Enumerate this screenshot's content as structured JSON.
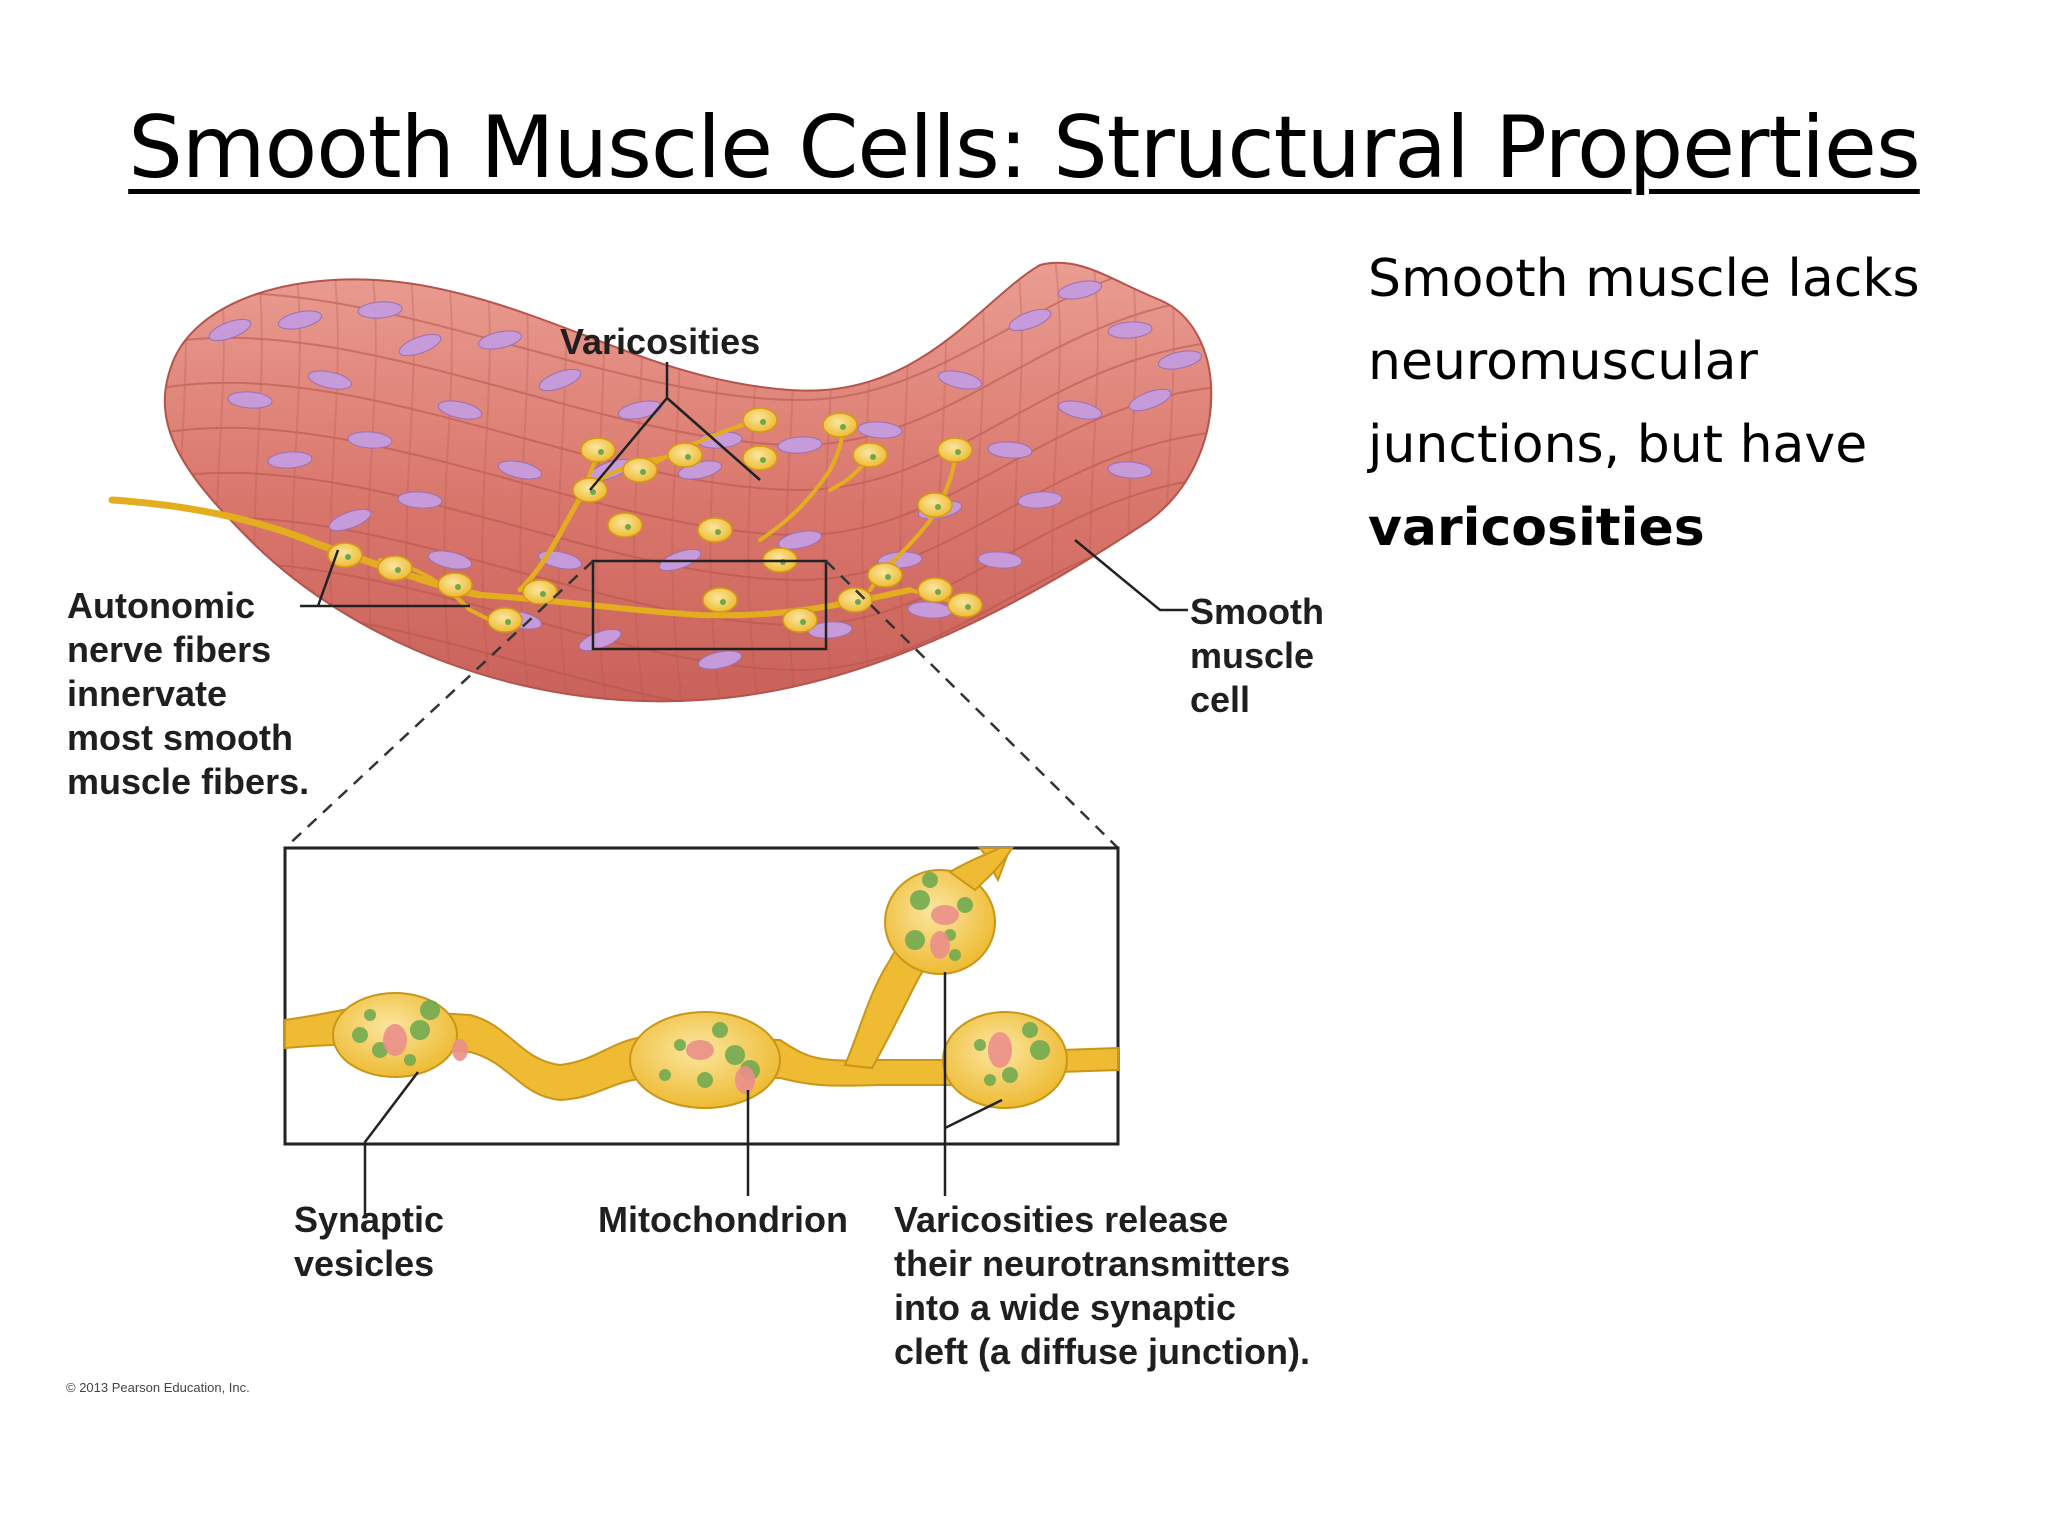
{
  "slide": {
    "title": "Smooth Muscle Cells: Structural Properties",
    "side_text": {
      "line1": "Smooth muscle lacks",
      "line2": "neuromuscular",
      "line3": "junctions, but have",
      "line4_bold": "varicosities"
    }
  },
  "diagram": {
    "labels": {
      "varicosities": "Varicosities",
      "autonomic_bold_1": "Autonomic",
      "autonomic_bold_2": "nerve fibers",
      "autonomic_rest_1": "innervate",
      "autonomic_rest_2": "most smooth",
      "autonomic_rest_3": "muscle fibers.",
      "smooth_1": "Smooth",
      "smooth_2": "muscle",
      "smooth_3": "cell",
      "synaptic_1": "Synaptic",
      "synaptic_2": "vesicles",
      "mitochondrion": "Mitochondrion",
      "release_1": "Varicosities release",
      "release_2": "their neurotransmitters",
      "release_3": "into a wide synaptic",
      "release_4": "cleft (a diffuse junction)."
    },
    "copyright": "© 2013 Pearson Education, Inc.",
    "colors": {
      "muscle": "#d9766c",
      "muscle_light": "#ec9c90",
      "cell_outline": "#b4544c",
      "nucleus": "#c79ad9",
      "nerve": "#f1c232",
      "nerve_dark": "#d49a12",
      "vesicle_green": "#6aa84f",
      "mitochondrion_red": "#ea8f8a"
    }
  }
}
